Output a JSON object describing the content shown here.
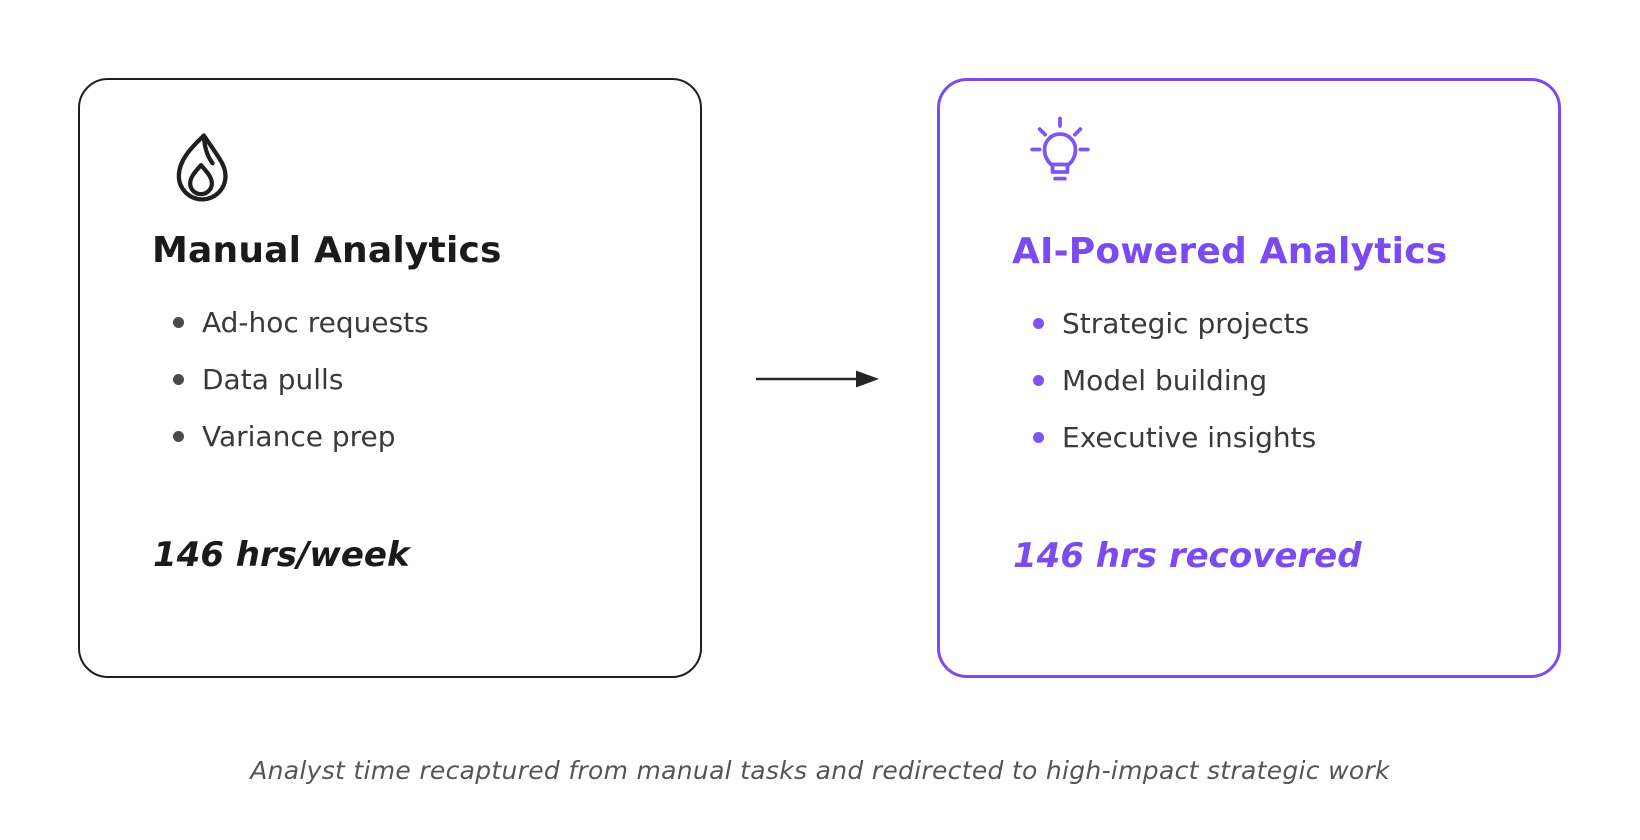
{
  "page": {
    "background": "#ffffff"
  },
  "colors": {
    "accent_purple": "#7b4bf2",
    "dark": "#1f1f1f",
    "body_text": "#3a3a3a",
    "caption_gray": "#555555"
  },
  "cards": [
    {
      "id": "manual-analytics",
      "icon": "flame-icon",
      "title": "Manual Analytics",
      "items": [
        "Ad-hoc requests",
        "Data pulls",
        "Variance prep"
      ],
      "metric": "146 hrs/week"
    },
    {
      "id": "ai-powered-analytics",
      "icon": "lightbulb-icon",
      "title": "AI-Powered Analytics",
      "items": [
        "Strategic projects",
        "Model building",
        "Executive insights"
      ],
      "metric": "146 hrs recovered"
    }
  ],
  "arrow": {
    "direction": "right"
  },
  "caption": {
    "text": "Analyst time recaptured from manual tasks and redirected to high-impact strategic work"
  }
}
